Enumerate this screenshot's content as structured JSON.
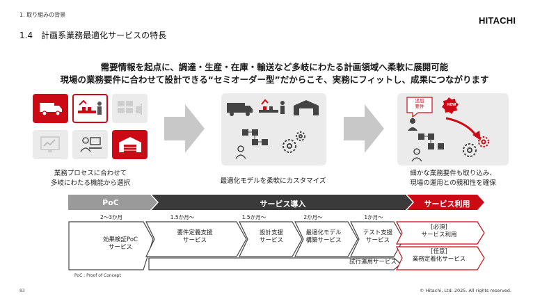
{
  "header": {
    "breadcrumb": "1. 取り組みの背景",
    "title": "1.4　計画系業務最適化サービスの特長",
    "logo": "HITACHI"
  },
  "headline": {
    "line1": "需要情報を起点に、調達・生産・在庫・輸送など多岐にわたる計画領域へ柔軟に展開可能",
    "line2": "現場の業務要件に合わせて設計できる“セミオーダー型”だからこそ、実務にフィットし、成果につながります"
  },
  "captions": {
    "left_line1": "業務プロセスに合わせて",
    "left_line2": "多岐にわたる機能から選択",
    "middle": "最適化モデルを柔軟にカスタマイズ",
    "right_line1": "細かな業務要件も取り込み、",
    "right_line2": "現場の運用との親和性を確保"
  },
  "badges": {
    "requirement_line1": "追加",
    "requirement_line2": "要件",
    "new": "NEW"
  },
  "phases": {
    "poc": "PoC",
    "intro": "サービス導入",
    "use": "サービス利用"
  },
  "durations": [
    "2～3か月",
    "1.5か月～",
    "1.5か月～",
    "2か月～",
    "1か月～"
  ],
  "stages": {
    "poc_line1": "効果検証PoC",
    "poc_line2": "サービス",
    "req_line1": "要件定義支援",
    "req_line2": "サービス",
    "design_line1": "設計支援",
    "design_line2": "サービス",
    "model_line1": "最適化モデル",
    "model_line2": "構築サービス",
    "test_line1": "テスト支援",
    "test_line2": "サービス",
    "trial": "試行運用サービス",
    "required_line1": "[必須]",
    "required_line2": "サービス利用",
    "optional_line1": "[任意]",
    "optional_line2": "業務定着化サービス"
  },
  "footer": {
    "note": "PoC : Proof of Concept",
    "page": "83",
    "copyright": "© Hitachi, Ltd. 2025. All rights reserved."
  },
  "colors": {
    "accent": "#cc0a16",
    "dark": "#3a3a3a",
    "grey": "#9a9a9a",
    "panel": "#ebebeb"
  }
}
